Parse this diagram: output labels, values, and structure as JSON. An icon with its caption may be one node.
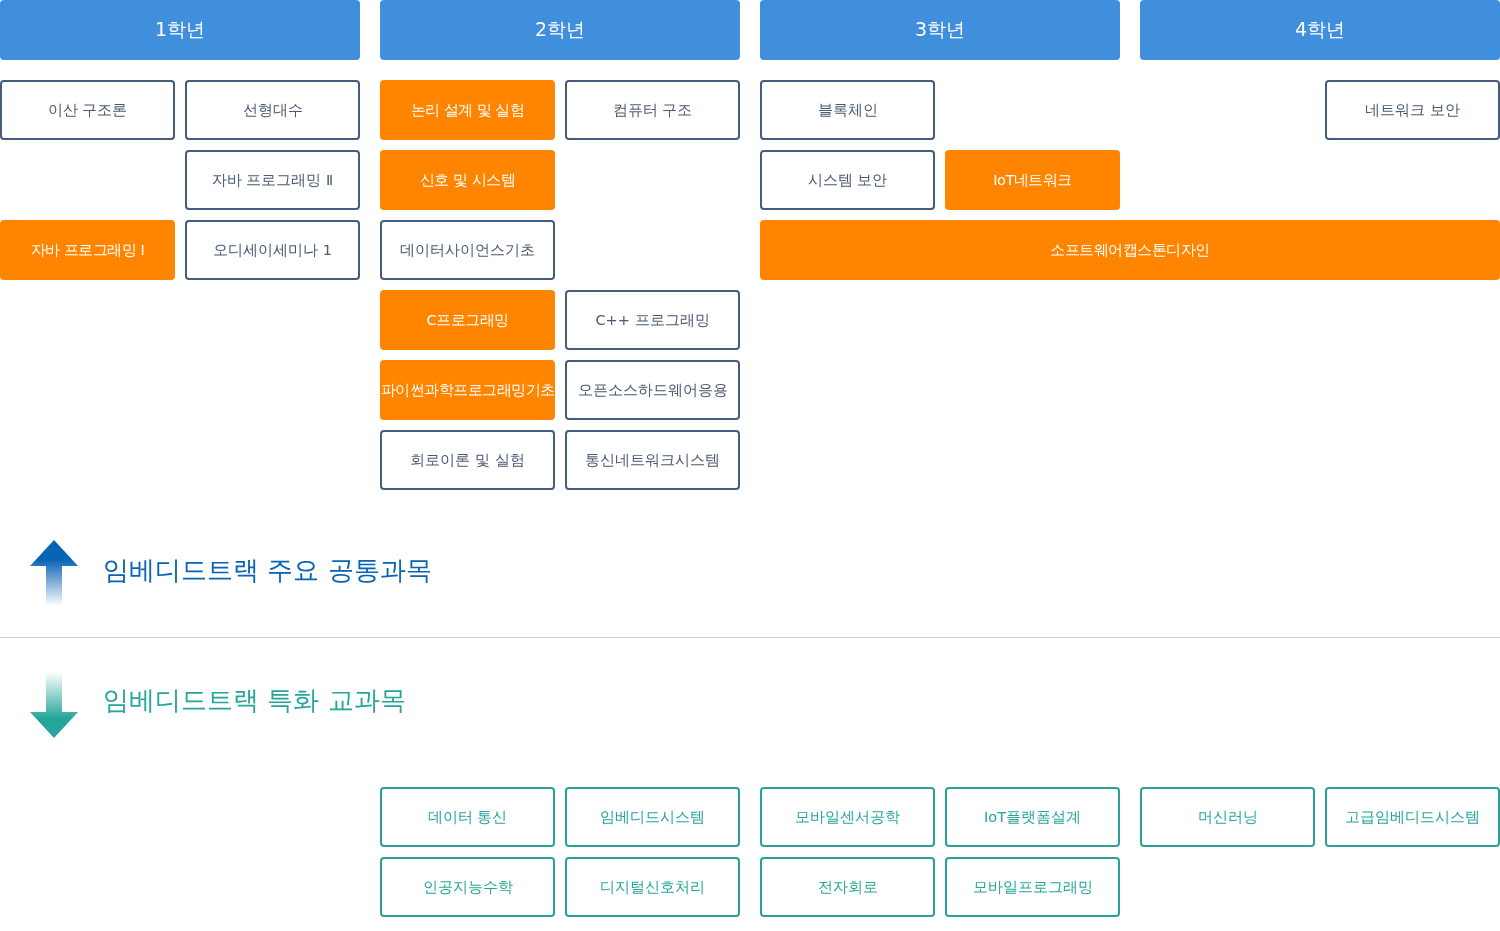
{
  "diagram": {
    "nodes": [
      {
        "text": [
          "1학년"
        ]
      },
      {
        "text": [
          "2학년"
        ]
      },
      {
        "text": [
          "3학년"
        ]
      },
      {
        "text": [
          "4학년"
        ]
      },
      {
        "text": [
          "이산 구조론"
        ]
      },
      {
        "text": [
          "선형대수"
        ]
      },
      {
        "text": [
          "논리 설계 및 실험"
        ]
      },
      {
        "text": [
          "컴퓨터 구조"
        ]
      },
      {
        "text": [
          "블록체인"
        ]
      },
      {
        "text": [
          "네트워크 보안"
        ]
      },
      {
        "text": [
          "자바 프로그래밍 Ⅱ"
        ]
      },
      {
        "text": [
          "신호 및 시스템"
        ]
      },
      {
        "text": [
          "시스템 보안"
        ]
      },
      {
        "text": [
          "IoT네트워크"
        ]
      },
      {
        "text": [
          "자바 프로그래밍 Ⅰ"
        ]
      },
      {
        "text": [
          "오디세이세미나 1"
        ]
      },
      {
        "text": [
          "데이터사이언스기초"
        ]
      },
      {
        "text": [
          "소프트웨어캡스톤디자인"
        ]
      },
      {
        "text": [
          "C프로그래밍"
        ]
      },
      {
        "text": [
          "C++ 프로그래밍"
        ]
      },
      {
        "text": [
          "파이썬과학프로그래밍기초"
        ]
      },
      {
        "text": [
          "오픈소스하드웨어응용"
        ]
      },
      {
        "text": [
          "회로이론 및 실험"
        ]
      },
      {
        "text": [
          "통신네트워크시스템"
        ]
      },
      {
        "text": [
          "데이터 통신"
        ]
      },
      {
        "text": [
          "임베디드시스템"
        ]
      },
      {
        "text": [
          "모바일센서공학"
        ]
      },
      {
        "text": [
          "IoT플랫폼설계"
        ]
      },
      {
        "text": [
          "머신러닝"
        ]
      },
      {
        "text": [
          "고급임베디드시스템"
        ]
      },
      {
        "text": [
          "인공지능수학"
        ]
      },
      {
        "text": [
          "디지털신호처리"
        ]
      },
      {
        "text": [
          "전자회로"
        ]
      },
      {
        "text": [
          "모바일프로그래밍"
        ]
      }
    ],
    "legend": [
      {
        "text": "임베디드트랙 주요 공통과목",
        "color": "#0a64b4"
      },
      {
        "text": "임베디드트랙 특화 교과목",
        "color": "#26a69a"
      }
    ]
  }
}
